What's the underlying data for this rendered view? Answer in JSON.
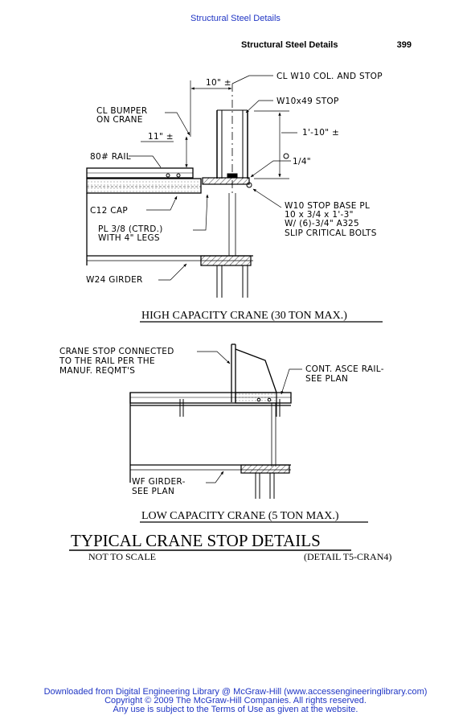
{
  "header": {
    "book_title": "Structural Steel Details",
    "running_title": "Structural Steel Details",
    "page_number": "399"
  },
  "high_capacity": {
    "callouts": {
      "dim_10": "10\" ±",
      "col_stop": "CL W10 COL. AND STOP",
      "bumper_1": "CL BUMPER",
      "bumper_2": "ON CRANE",
      "w10x49": "W10x49 STOP",
      "dim_11": "11\" ±",
      "dim_1_10": "1'-10\" ±",
      "rail": "80# RAIL",
      "quarter": "1/4\"",
      "base_1": "W10 STOP BASE PL",
      "base_2": "10 x 3/4 x 1'-3\"",
      "base_3": "W/ (6)-3/4\" A325",
      "base_4": "SLIP CRITICAL BOLTS",
      "cap": "C12 CAP",
      "pl_1": "PL 3/8 (CTRD.)",
      "pl_2": "WITH 4\" LEGS",
      "girder": "W24 GIRDER"
    },
    "title": "HIGH CAPACITY CRANE (30 TON MAX.)"
  },
  "low_capacity": {
    "callouts": {
      "stop_1": "CRANE STOP CONNECTED",
      "stop_2": "TO THE RAIL PER THE",
      "stop_3": "MANUF. REQMT'S",
      "rail_1": "CONT. ASCE RAIL-",
      "rail_2": "SEE PLAN",
      "wf_1": "WF GIRDER-",
      "wf_2": "SEE PLAN"
    },
    "title": "LOW CAPACITY CRANE (5 TON MAX.)"
  },
  "sheet": {
    "title": "TYPICAL CRANE STOP DETAILS",
    "scale": "NOT TO SCALE",
    "detail_ref": "(DETAIL T5-CRAN4)"
  },
  "footer": {
    "line1": "Downloaded from Digital Engineering Library @ McGraw-Hill (www.accessengineeringlibrary.com)",
    "line2": "Copyright © 2009 The McGraw-Hill Companies. All rights reserved.",
    "line3": "Any use is subject to the Terms of Use as given at the website."
  }
}
